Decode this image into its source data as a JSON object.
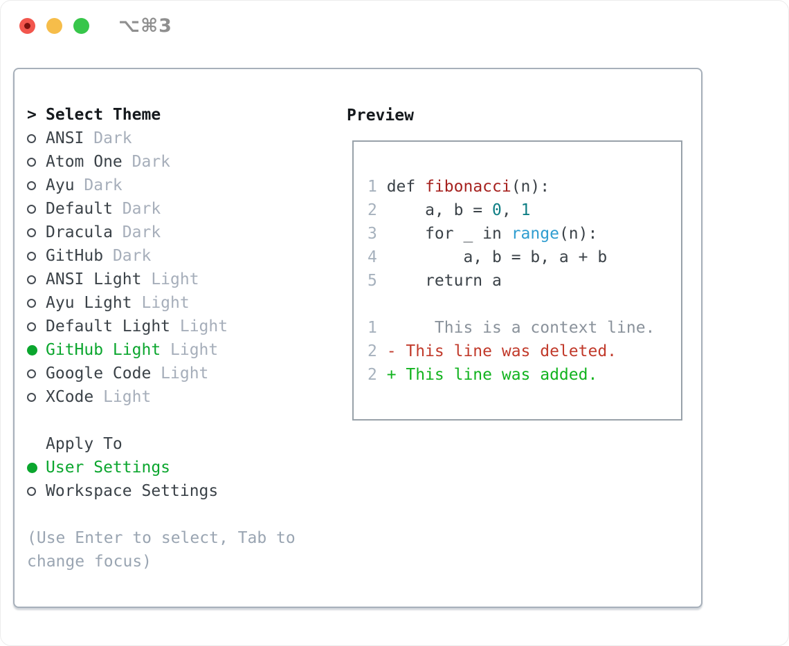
{
  "window": {
    "title": "⌥⌘3",
    "traffic_lights": [
      "close",
      "minimize",
      "zoom"
    ]
  },
  "theme_picker": {
    "header_marker": ">",
    "header": "Select Theme",
    "items": [
      {
        "name": "ANSI",
        "variant": "Dark",
        "selected": false
      },
      {
        "name": "Atom One",
        "variant": "Dark",
        "selected": false
      },
      {
        "name": "Ayu",
        "variant": "Dark",
        "selected": false
      },
      {
        "name": "Default",
        "variant": "Dark",
        "selected": false
      },
      {
        "name": "Dracula",
        "variant": "Dark",
        "selected": false
      },
      {
        "name": "GitHub",
        "variant": "Dark",
        "selected": false
      },
      {
        "name": "ANSI Light",
        "variant": "Light",
        "selected": false
      },
      {
        "name": "Ayu Light",
        "variant": "Light",
        "selected": false
      },
      {
        "name": "Default Light",
        "variant": "Light",
        "selected": false
      },
      {
        "name": "GitHub Light",
        "variant": "Light",
        "selected": true
      },
      {
        "name": "Google Code",
        "variant": "Light",
        "selected": false
      },
      {
        "name": "XCode",
        "variant": "Light",
        "selected": false
      }
    ]
  },
  "apply_to": {
    "header": "Apply To",
    "options": [
      {
        "label": "User Settings",
        "selected": true
      },
      {
        "label": "Workspace Settings",
        "selected": false
      }
    ]
  },
  "hint": {
    "line1": "(Use Enter to select, Tab to",
    "line2": "change focus)"
  },
  "preview": {
    "header": "Preview",
    "code_lines": [
      {
        "num": "1",
        "segments": [
          {
            "s": "plain",
            "t": "def "
          },
          {
            "s": "func",
            "t": "fibonacci"
          },
          {
            "s": "plain",
            "t": "(n):"
          }
        ]
      },
      {
        "num": "2",
        "segments": [
          {
            "s": "plain",
            "t": "    a, b = "
          },
          {
            "s": "num",
            "t": "0"
          },
          {
            "s": "plain",
            "t": ", "
          },
          {
            "s": "num",
            "t": "1"
          }
        ]
      },
      {
        "num": "3",
        "segments": [
          {
            "s": "plain",
            "t": "    for _ in "
          },
          {
            "s": "builtin",
            "t": "range"
          },
          {
            "s": "plain",
            "t": "(n):"
          }
        ]
      },
      {
        "num": "4",
        "segments": [
          {
            "s": "plain",
            "t": "        a, b = b, a + b"
          }
        ]
      },
      {
        "num": "5",
        "segments": [
          {
            "s": "plain",
            "t": "    return a"
          }
        ]
      }
    ],
    "diff_lines": [
      {
        "num": "1",
        "segments": [
          {
            "s": "context",
            "t": "     This is a context line."
          }
        ]
      },
      {
        "num": "2",
        "segments": [
          {
            "s": "deleted",
            "t": "- This line was deleted."
          }
        ]
      },
      {
        "num": "2",
        "segments": [
          {
            "s": "added",
            "t": "+ This line was added."
          }
        ]
      }
    ]
  },
  "colors": {
    "accent_green": "#0ba62e",
    "diff_deleted_red": "#c13a2b",
    "diff_added_green": "#12b31f",
    "func_red": "#a6221f",
    "builtin_blue": "#2f9dd0",
    "number_teal": "#0e7e84",
    "heading_black": "#15191d",
    "text_dark": "#3b4248",
    "muted_gray": "#a6aeba",
    "hint_gray": "#9aa5b2",
    "gutter_gray": "#a6b1bd",
    "context_gray": "#8a929b",
    "panel_border": "#a7b0ba",
    "preview_border": "#98a1a9",
    "title_gray": "#8f8f8f",
    "traffic_red": "#f2564d",
    "traffic_yellow": "#f6bd4a",
    "traffic_green": "#37c64a"
  }
}
